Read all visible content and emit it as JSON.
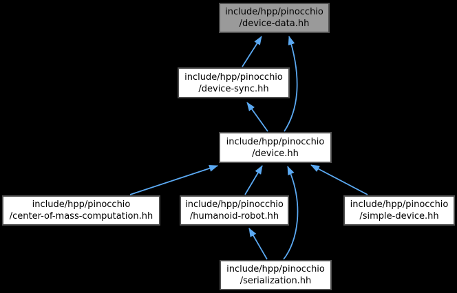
{
  "graph": {
    "type": "include-dependency-graph",
    "background_color": "#000000",
    "edge_color": "#5ba9f2",
    "node_fill": "#ffffff",
    "node_border": "#4f4f4f",
    "node_text_color": "#000000",
    "highlighted_node_fill": "#9a9a9a",
    "nodes": {
      "device_data": {
        "line1": "include/hpp/pinocchio",
        "line2": "/device-data.hh",
        "highlighted": true
      },
      "device_sync": {
        "line1": "include/hpp/pinocchio",
        "line2": "/device-sync.hh",
        "highlighted": false
      },
      "device": {
        "line1": "include/hpp/pinocchio",
        "line2": "/device.hh",
        "highlighted": false
      },
      "center_of_mass": {
        "line1": "include/hpp/pinocchio",
        "line2": "/center-of-mass-computation.hh",
        "highlighted": false
      },
      "humanoid_robot": {
        "line1": "include/hpp/pinocchio",
        "line2": "/humanoid-robot.hh",
        "highlighted": false
      },
      "simple_device": {
        "line1": "include/hpp/pinocchio",
        "line2": "/simple-device.hh",
        "highlighted": false
      },
      "serialization": {
        "line1": "include/hpp/pinocchio",
        "line2": "/serialization.hh",
        "highlighted": false
      }
    },
    "edges": [
      {
        "from": "device_sync",
        "to": "device_data"
      },
      {
        "from": "device",
        "to": "device_data"
      },
      {
        "from": "device",
        "to": "device_sync"
      },
      {
        "from": "center_of_mass",
        "to": "device"
      },
      {
        "from": "humanoid_robot",
        "to": "device"
      },
      {
        "from": "serialization",
        "to": "device"
      },
      {
        "from": "simple_device",
        "to": "device"
      },
      {
        "from": "serialization",
        "to": "humanoid_robot"
      }
    ]
  }
}
